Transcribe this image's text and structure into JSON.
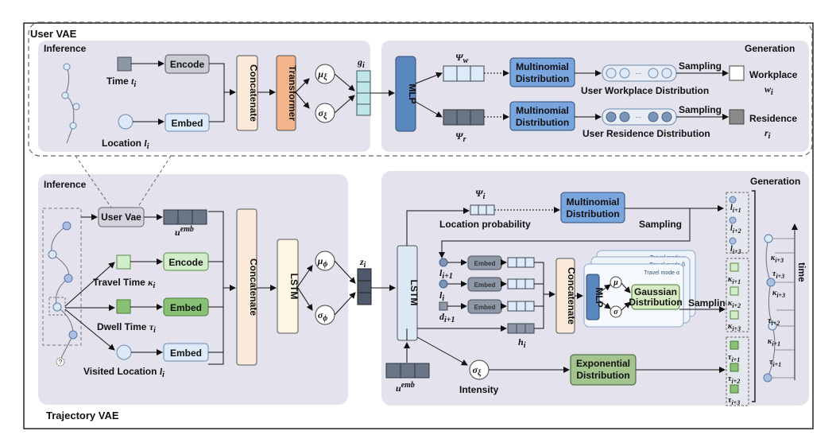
{
  "user_vae": {
    "title": "User VAE",
    "inference": "Inference",
    "generation": "Generation",
    "encode": "Encode",
    "embed": "Embed",
    "time_label": "Time",
    "time_sym": "t",
    "time_sub": "i",
    "location_label": "Location",
    "location_sym": "l",
    "location_sub": "i",
    "concatenate": "Concatenate",
    "transformer": "Transformer",
    "mu": "μ",
    "mu_sub": "ξ",
    "sigma": "σ",
    "sigma_sub": "ξ",
    "g": "g",
    "g_sub": "i",
    "mlp": "MLP",
    "psi": "Ψ",
    "psi_w_sub": "w",
    "psi_r_sub": "r",
    "multinomial_line1": "Multinomial",
    "multinomial_line2": "Distribution",
    "sampling": "Sampling",
    "dots": "···",
    "workplace_dist": "User Workplace Distribution",
    "residence_dist": "User Residence Distribution",
    "workplace": "Workplace",
    "workplace_sym": "w",
    "workplace_sub": "i",
    "residence": "Residence",
    "residence_sym": "r",
    "residence_sub": "i"
  },
  "traj_vae": {
    "title": "Trajectory VAE",
    "inference": "Inference",
    "generation": "Generation",
    "user_vae_box": "User Vae",
    "u_emb": "u",
    "u_emb_sup": "emb",
    "encode": "Encode",
    "embed": "Embed",
    "travel_time": "Travel Time",
    "travel_sym": "κ",
    "travel_sub": "i",
    "dwell_time": "Dwell Time",
    "dwell_sym": "τ",
    "dwell_sub": "i",
    "visited_location": "Visited Location",
    "visited_sym": "l",
    "visited_sub": "i",
    "question": "?",
    "concatenate": "Concatenate",
    "lstm": "LSTM",
    "mu": "μ",
    "mu_sub": "ϕ",
    "sigma": "σ",
    "sigma_sub": "ϕ",
    "z": "z",
    "z_sub": "i",
    "psi": "Ψ",
    "psi_sub": "i",
    "location_probability": "Location probability",
    "multinomial_line1": "Multinomial",
    "multinomial_line2": "Distribution",
    "sampling": "Sampling",
    "in_l_next": "l",
    "in_l_next_sub": "i+1",
    "in_l": "l",
    "in_l_sub": "i",
    "in_d": "d",
    "in_d_sub": "i+1",
    "h": "h",
    "h_sub": "i",
    "mlp": "MLP",
    "travel_mode_gamma": "Travel mode γ",
    "travel_mode_beta": "Travel mode β",
    "travel_mode_alpha": "Travel mode α",
    "gaussian_line1": "Gaussian",
    "gaussian_line2": "Distribution",
    "intensity": "Intensity",
    "exp_line1": "Exponential",
    "exp_line2": "Distribution",
    "time_axis": "time",
    "gen_l": [
      {
        "s": "l",
        "sub": "i+1"
      },
      {
        "s": "l",
        "sub": "i+2"
      },
      {
        "s": "l",
        "sub": "i+3"
      }
    ],
    "gen_kappa": [
      {
        "s": "κ",
        "sub": "i+1"
      },
      {
        "s": "κ",
        "sub": "i+2"
      },
      {
        "s": "κ",
        "sub": "i+3"
      }
    ],
    "gen_tau": [
      {
        "s": "τ",
        "sub": "i+1"
      },
      {
        "s": "τ",
        "sub": "i+2"
      },
      {
        "s": "τ",
        "sub": "i+3"
      }
    ],
    "timeline_labels": [
      {
        "s": "κ",
        "sub": "i+3"
      },
      {
        "s": "τ",
        "sub": "i+3"
      },
      {
        "s": "κ",
        "sub": "i+3"
      },
      {
        "s": "τ",
        "sub": "i+2"
      },
      {
        "s": "κ",
        "sub": "i+1"
      },
      {
        "s": "τ",
        "sub": "i+1"
      }
    ]
  },
  "colors": {
    "panel_gray": "#e4e2ec",
    "encode_fill": "#c9ccd3",
    "concat_fill": "#fbe9d9",
    "transformer_fill": "#f2b48a",
    "mlp_fill": "#5b87bf",
    "multinomial_fill": "#79a5de",
    "embed_fill": "#ddeaf8",
    "green_light": "#d3ecc9",
    "green_dark": "#88c173",
    "lstm_fill": "#fdf6e3",
    "gaussian_fill": "#d8ecc4",
    "exp_fill": "#a3c48f",
    "vector_light": "#dcebf7",
    "vector_dark": "#6a7585",
    "g_fill": "#bfe7e6"
  }
}
